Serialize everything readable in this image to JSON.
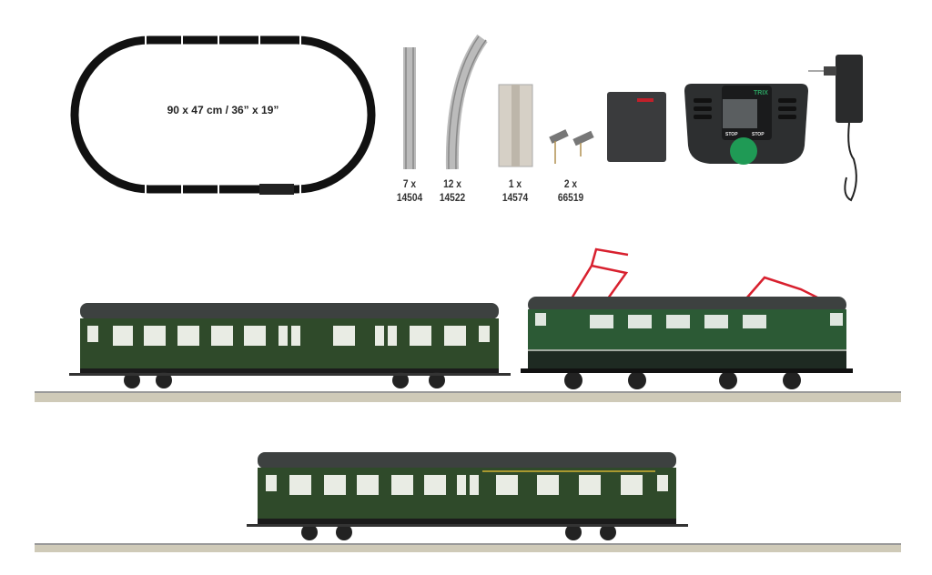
{
  "track_layout": {
    "dimensions": "90 x 47 cm / 36” x 19”"
  },
  "parts": [
    {
      "quantity": "7 x",
      "number": "14504"
    },
    {
      "quantity": "12 x",
      "number": "14522"
    },
    {
      "quantity": "1 x",
      "number": "14574"
    },
    {
      "quantity": "2 x",
      "number": "66519"
    }
  ],
  "controller": {
    "brand_logo": "TRIX",
    "stop_label": "STOP"
  },
  "colors": {
    "train_green": "#2f4a2a",
    "loco_green": "#2c5a35",
    "roof": "#3a3d3c",
    "knob": "#1f9a55",
    "pantograph": "#d8202e"
  }
}
